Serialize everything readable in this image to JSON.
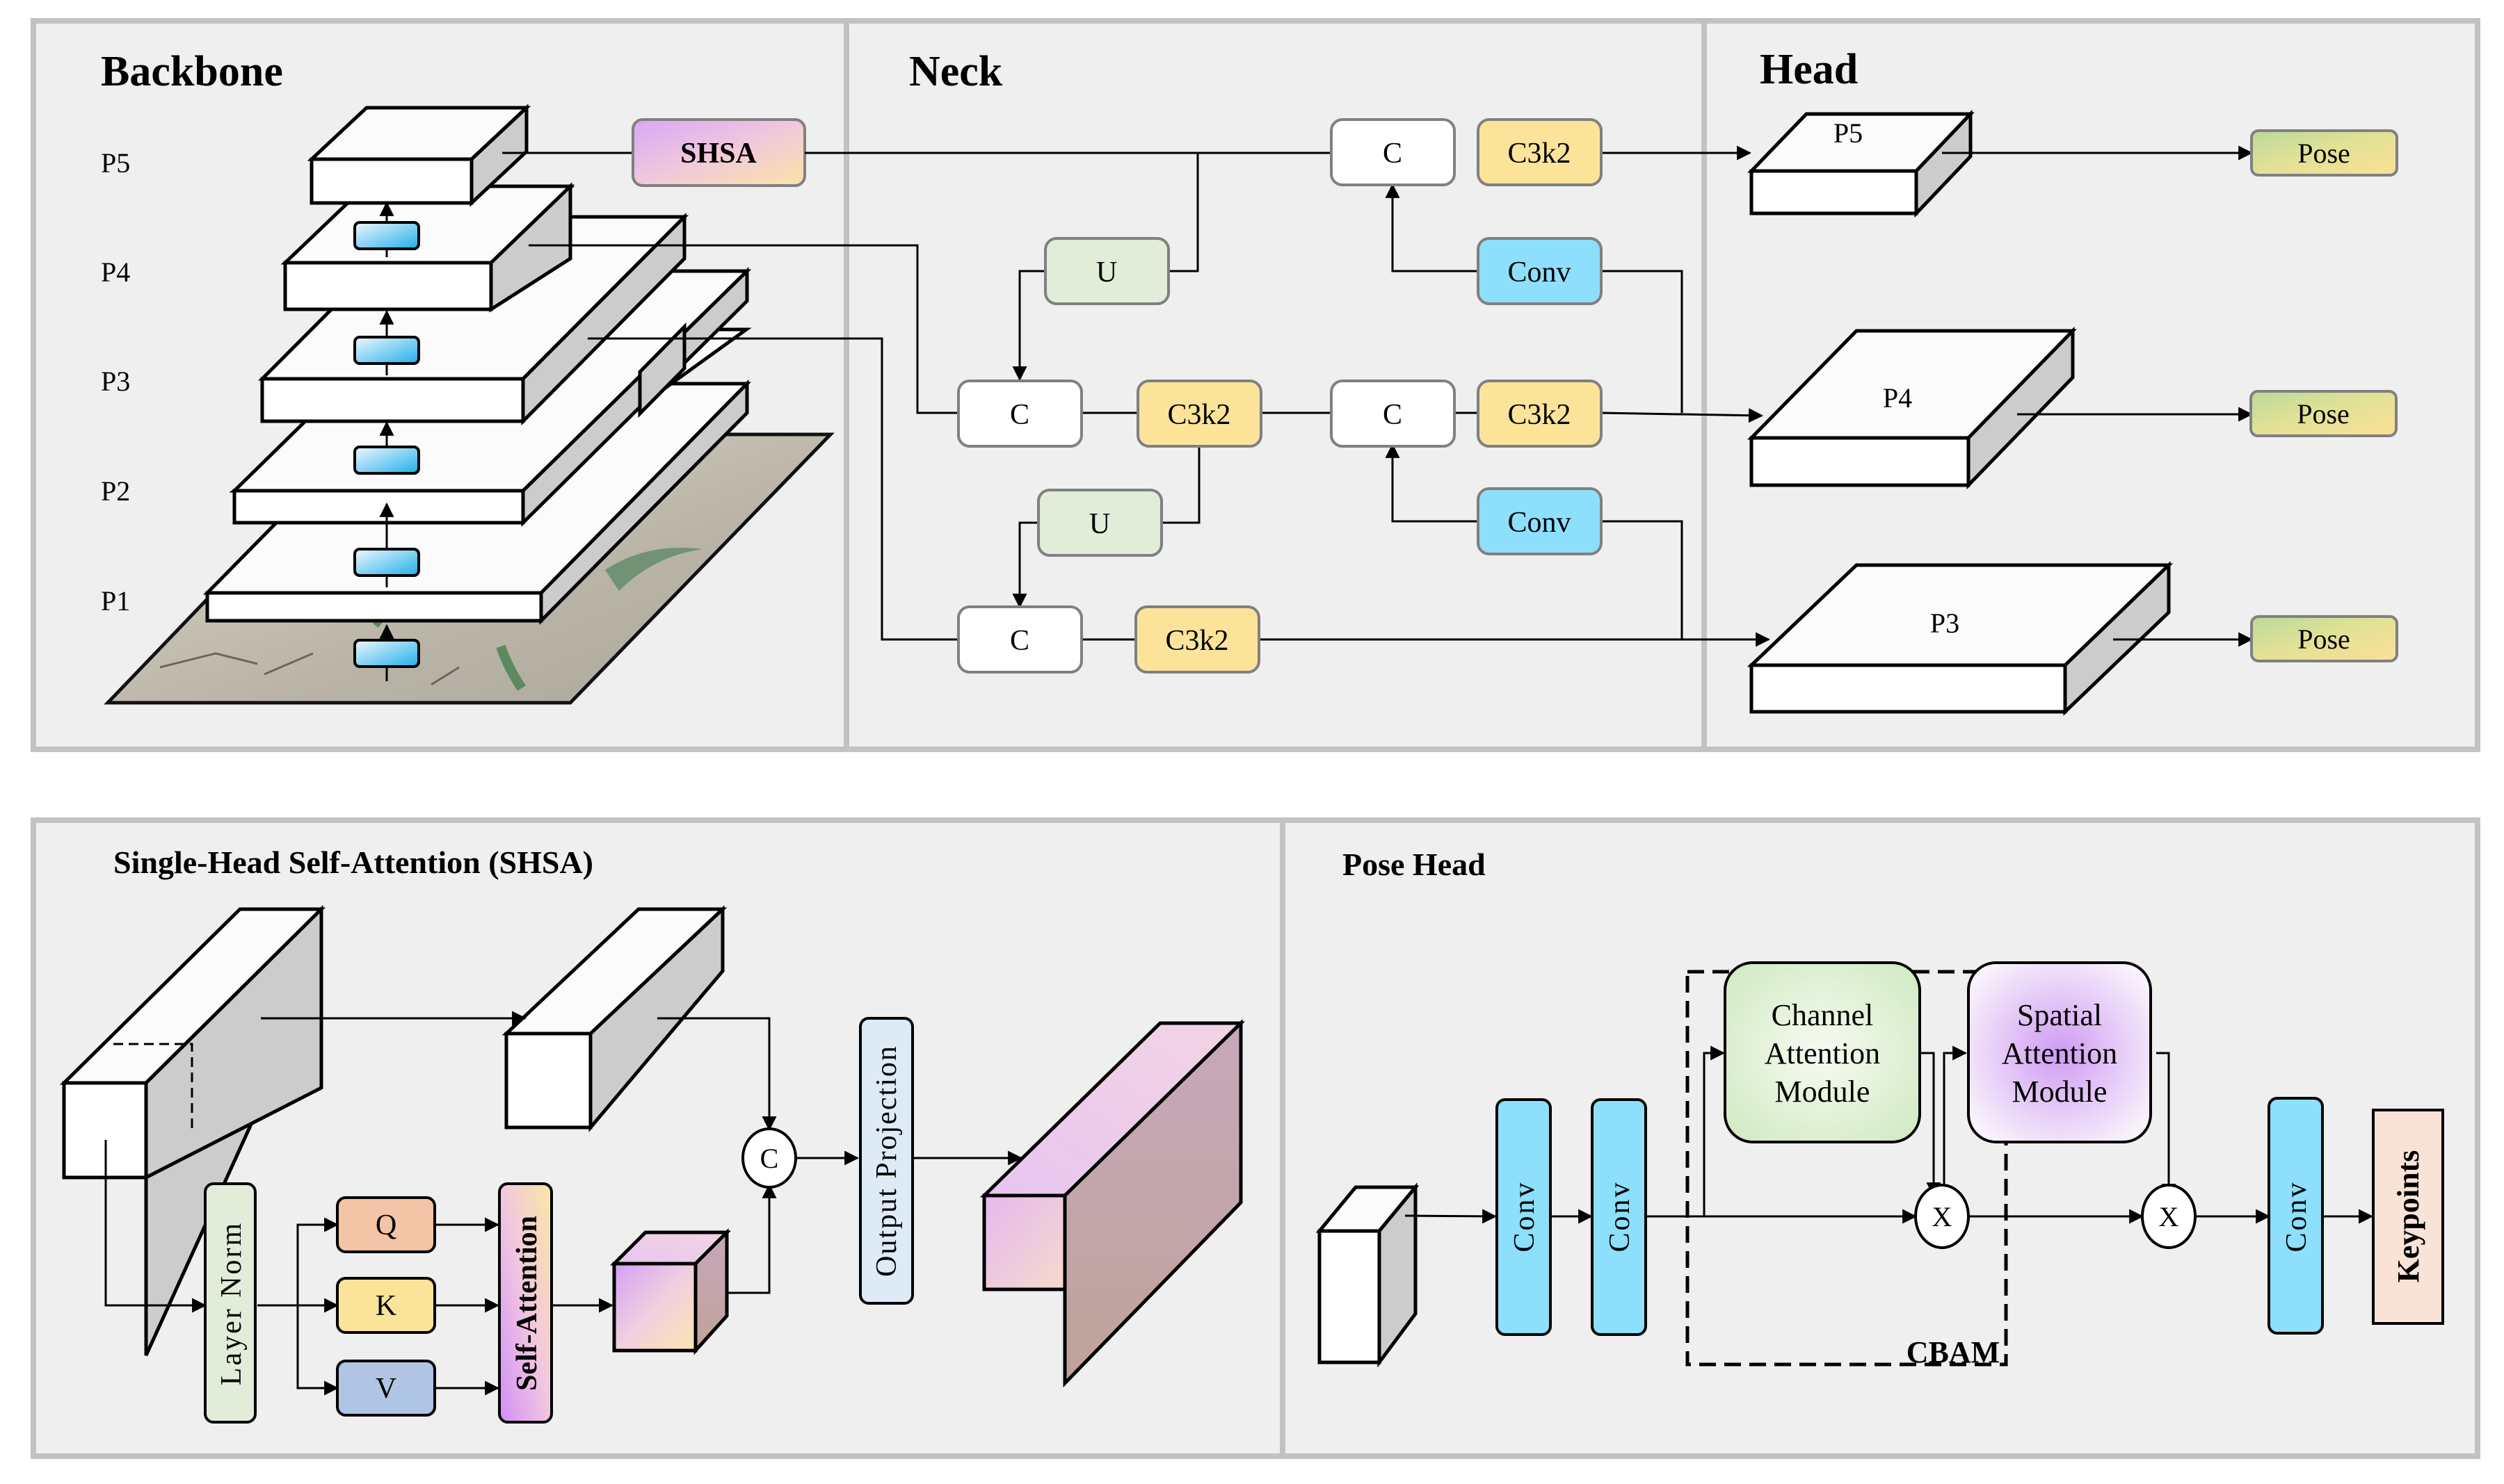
{
  "backbone": {
    "title": "Backbone",
    "levels": [
      "P5",
      "P4",
      "P3",
      "P2",
      "P1"
    ],
    "shsa_label": "SHSA"
  },
  "neck": {
    "title": "Neck",
    "concat_label": "C",
    "c3k2_label": "C3k2",
    "upsample_label": "U",
    "conv_label": "Conv"
  },
  "head": {
    "title": "Head",
    "outputs": [
      {
        "level": "P5",
        "pose_label": "Pose"
      },
      {
        "level": "P4",
        "pose_label": "Pose"
      },
      {
        "level": "P3",
        "pose_label": "Pose"
      }
    ]
  },
  "shsa_panel": {
    "title": "Single-Head Self-Attention (SHSA)",
    "layer_norm": "Layer Norm",
    "q": "Q",
    "k": "K",
    "v": "V",
    "self_attention": "Self-Attention",
    "concat": "C",
    "output_projection": "Output Projection"
  },
  "pose_head_panel": {
    "title": "Pose Head",
    "conv": "Conv",
    "channel_attention": [
      "Channel",
      "Attention",
      "Module"
    ],
    "spatial_attention": [
      "Spatial",
      "Attention",
      "Module"
    ],
    "multiply": "X",
    "cbam": "CBAM",
    "keypoints": "Keypoints"
  },
  "colors": {
    "c3k2": "#fbe49a",
    "conv": "#8ddffb",
    "upsample": "#e1ecd9",
    "concat": "#ffffff",
    "q": "#f3c4a6",
    "k": "#fbe49a",
    "v": "#b0c4e4",
    "layer_norm": "#e1ecd9",
    "output_projection": "#deebf7",
    "keypoints": "#f8e3d6"
  }
}
